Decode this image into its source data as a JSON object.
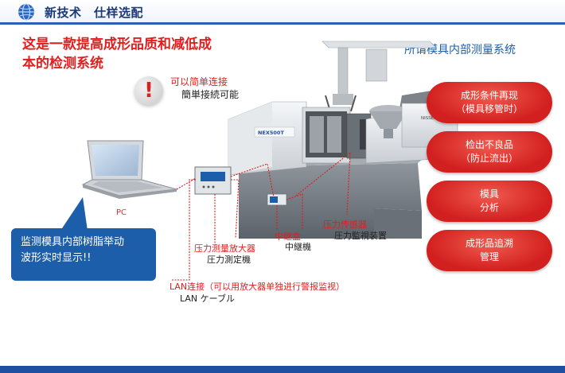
{
  "header": {
    "title": "新技术　仕样选配"
  },
  "headline": {
    "line1": "这是一款提高成形品质和减低成",
    "line2": "本的检测系统"
  },
  "subtitle": "所谓模具内部测量系统",
  "warning": {
    "symbol": "!",
    "cn": "可以简单连接",
    "jp": "簡単接続可能"
  },
  "labels": {
    "pc": "PC",
    "amplifier_cn": "压力测量放大器",
    "amplifier_jp": "圧力測定機",
    "relay_cn": "中继盒",
    "relay_jp": "中継機",
    "sensor_cn": "压力传感器",
    "sensor_jp": "圧力監視装置",
    "lan_cn": "LAN连接（可以用放大器单独进行警报监视）",
    "lan_jp": "LAN ケーブル",
    "machine_model_left": "NEX500T",
    "machine_model_right": "NISSEI"
  },
  "callout": {
    "line1": "监测模具内部树脂举动",
    "line2": "波形实时显示!!"
  },
  "features": [
    {
      "line1": "成形条件再现",
      "line2": "（模具移管时）"
    },
    {
      "line1": "检出不良品",
      "line2": "（防止流出）"
    },
    {
      "line1": "模具",
      "line2": "分析"
    },
    {
      "line1": "成形品追溯",
      "line2": "管理"
    }
  ],
  "colors": {
    "brand_blue": "#1c5ea9",
    "accent_red": "#e01f1f",
    "title_blue": "#1b3a78"
  }
}
